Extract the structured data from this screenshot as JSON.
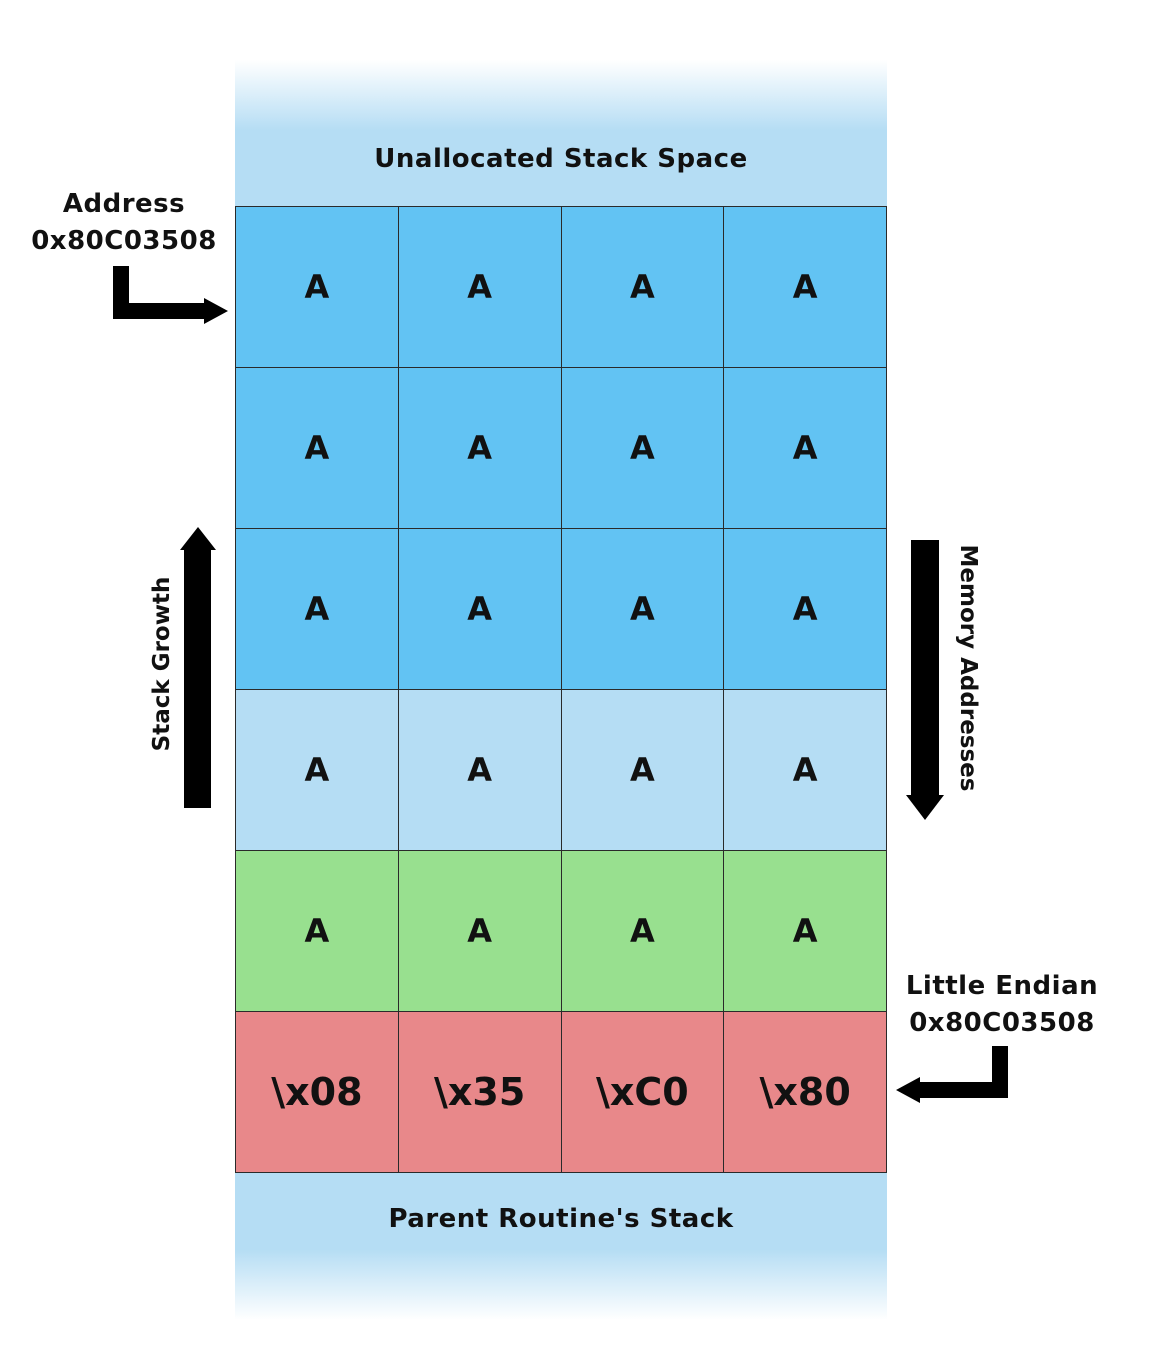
{
  "regions": {
    "top_label": "Unallocated Stack Space",
    "bottom_label": "Parent Routine's Stack"
  },
  "grid": {
    "rows": [
      {
        "style": "blue",
        "cells": [
          "A",
          "A",
          "A",
          "A"
        ]
      },
      {
        "style": "blue",
        "cells": [
          "A",
          "A",
          "A",
          "A"
        ]
      },
      {
        "style": "blue",
        "cells": [
          "A",
          "A",
          "A",
          "A"
        ]
      },
      {
        "style": "lightblue",
        "cells": [
          "A",
          "A",
          "A",
          "A"
        ]
      },
      {
        "style": "green",
        "cells": [
          "A",
          "A",
          "A",
          "A"
        ]
      },
      {
        "style": "red",
        "cells": [
          "\\x08",
          "\\x35",
          "\\xC0",
          "\\x80"
        ]
      }
    ]
  },
  "annotations": {
    "address_title": "Address",
    "address_value": "0x80C03508",
    "little_endian_title": "Little Endian",
    "little_endian_value": "0x80C03508",
    "stack_growth": "Stack Growth",
    "memory_addresses": "Memory Addresses"
  },
  "colors": {
    "blue": "#62c3f3",
    "light_blue": "#b5ddf4",
    "green": "#98e08f",
    "red": "#e8888a"
  }
}
